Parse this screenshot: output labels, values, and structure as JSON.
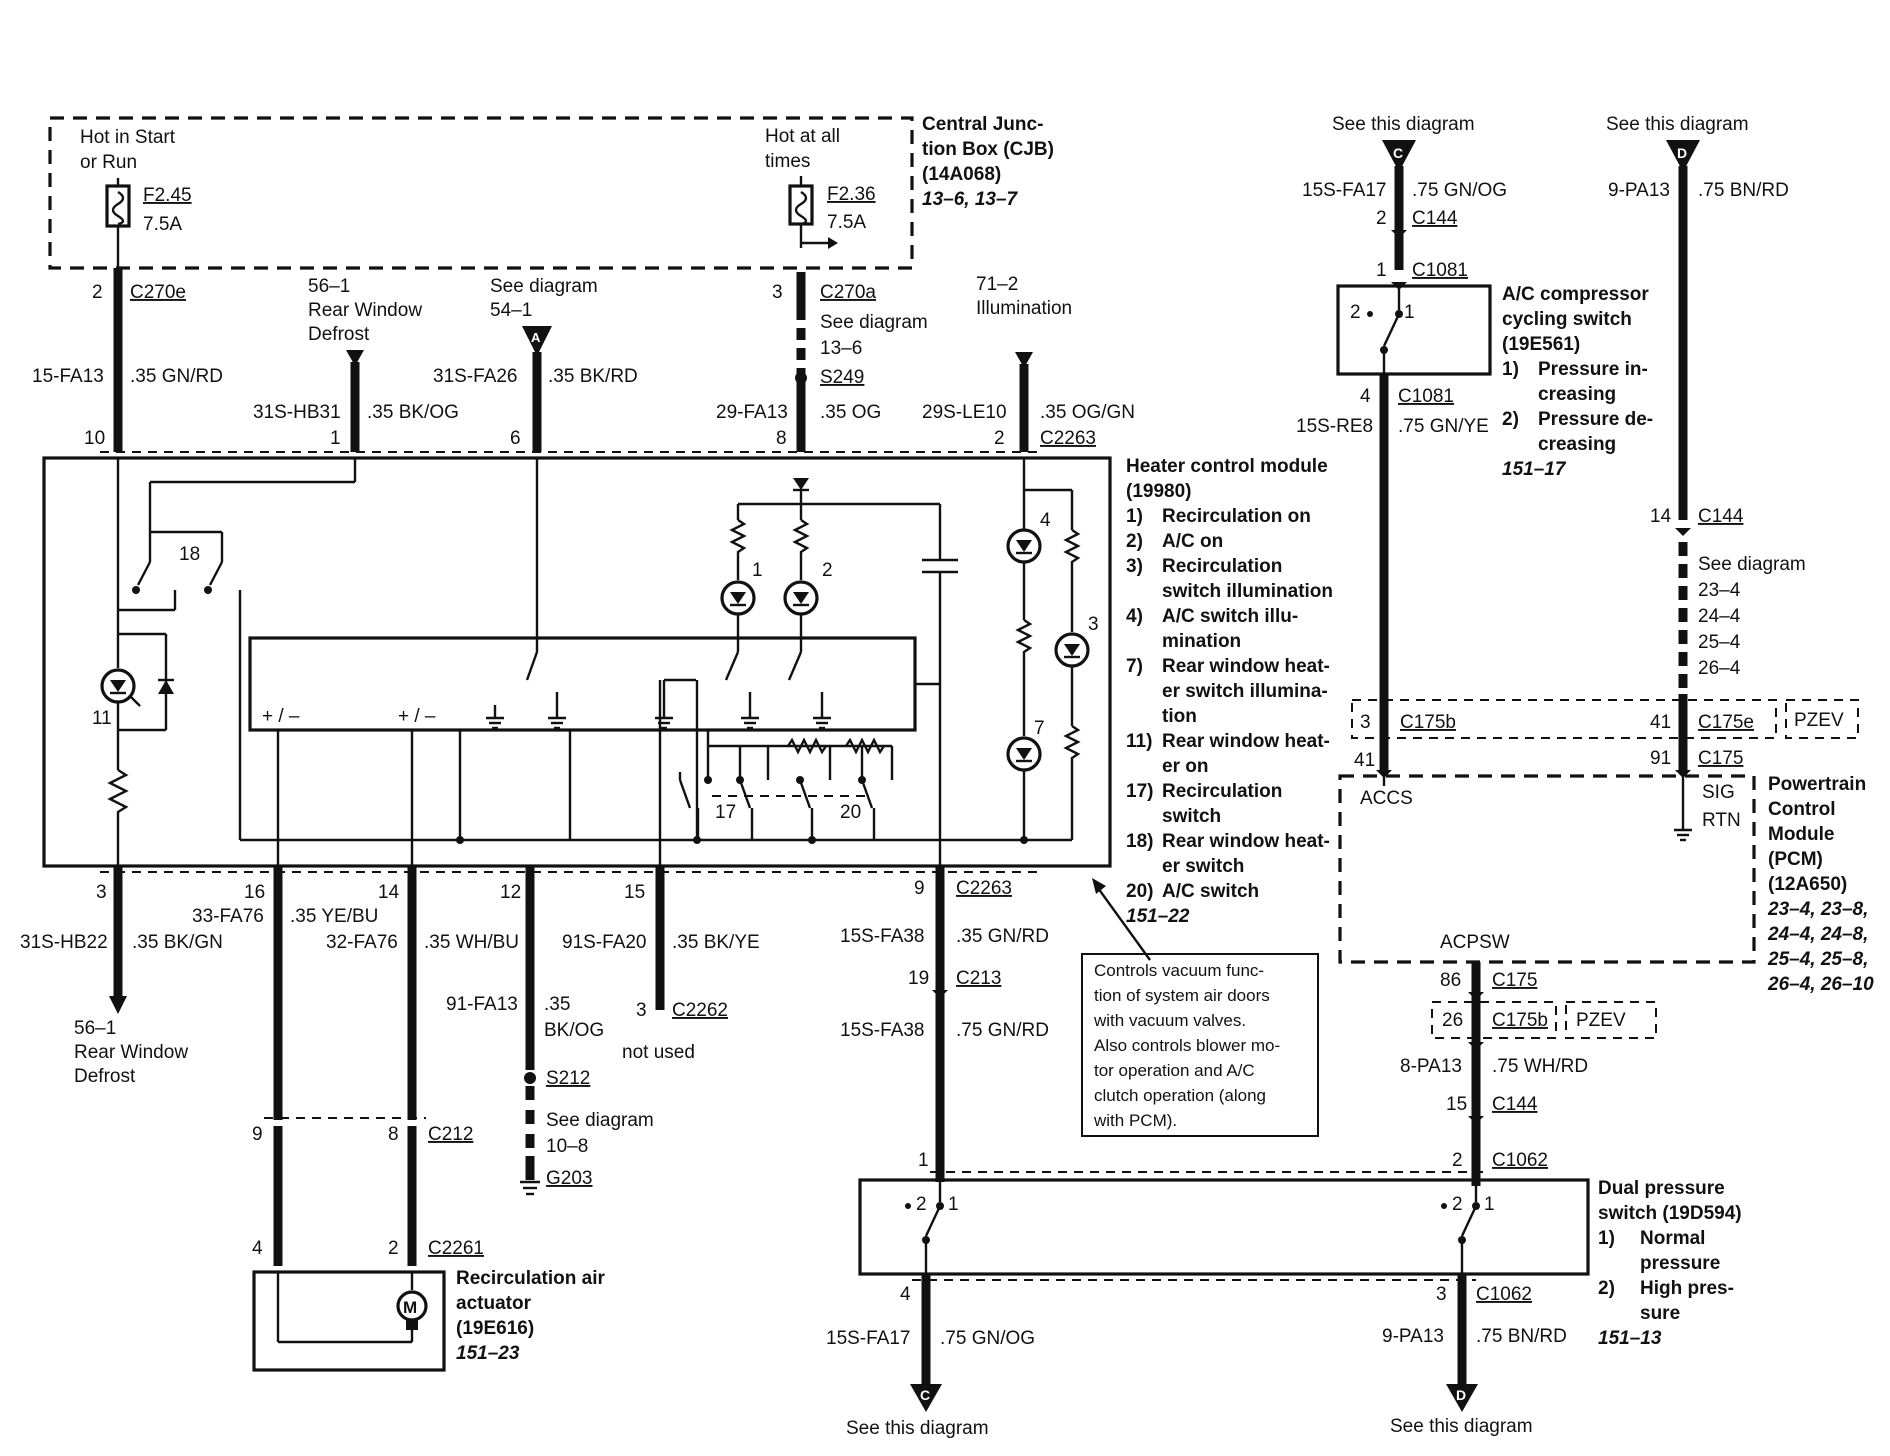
{
  "cjb": {
    "hot_start_1": "Hot in Start",
    "hot_start_2": "or Run",
    "hot_all_1": "Hot at all",
    "hot_all_2": "times",
    "fuse1_id": "F2.45",
    "fuse1_amp": "7.5A",
    "fuse2_id": "F2.36",
    "fuse2_amp": "7.5A",
    "title_1": "Central Junc-",
    "title_2": "tion Box (CJB)",
    "title_3": "(14A068)",
    "ref": "13–6, 13–7"
  },
  "top_wires": {
    "pin2": "2",
    "c270e": "C270e",
    "w1_circuit": "15-FA13",
    "w1_color": ".35 GN/RD",
    "pin10": "10",
    "rwd_ref": "56–1",
    "rwd_1": "Rear Window",
    "rwd_2": "Defrost",
    "w2_circuit": "31S-HB31",
    "w2_color": ".35 BK/OG",
    "pin1": "1",
    "see_diagram": "See diagram",
    "see_ref_a": "54–1",
    "conn_a": "A",
    "w3_circuit": "31S-FA26",
    "w3_color": ".35 BK/RD",
    "pin6": "6",
    "pin3": "3",
    "c270a": "C270a",
    "see_diagram_2": "See diagram",
    "see_ref_2": "13–6",
    "s249": "S249",
    "w4_circuit": "29-FA13",
    "w4_color": ".35 OG",
    "pin8": "8",
    "illum_ref": "71–2",
    "illum": "Illumination",
    "w5_circuit": "29S-LE10",
    "w5_color": ".35 OG/GN",
    "pin2b": "2",
    "c2263": "C2263"
  },
  "hcm": {
    "title_1": "Heater control module",
    "title_2": "(19980)",
    "items": [
      {
        "n": "1)",
        "t1": "Recirculation on",
        "t2": ""
      },
      {
        "n": "2)",
        "t1": "A/C on",
        "t2": ""
      },
      {
        "n": "3)",
        "t1": "Recirculation",
        "t2": "switch illumination"
      },
      {
        "n": "4)",
        "t1": "A/C switch illu-",
        "t2": "mination"
      },
      {
        "n": "7)",
        "t1": "Rear window heat-",
        "t2": "er switch illumina-",
        "t3": "tion"
      },
      {
        "n": "11)",
        "t1": "Rear window heat-",
        "t2": "er on"
      },
      {
        "n": "17)",
        "t1": "Recirculation",
        "t2": "switch"
      },
      {
        "n": "18)",
        "t1": "Rear window heat-",
        "t2": "er switch"
      },
      {
        "n": "20)",
        "t1": "A/C switch",
        "t2": ""
      }
    ],
    "ref": "151–22",
    "labels": {
      "l18": "18",
      "l1": "1",
      "l2": "2",
      "l4": "4",
      "l3": "3",
      "l11": "11",
      "l7": "7",
      "l17": "17",
      "l20": "20",
      "pm1": "+ / –",
      "pm2": "+ / –"
    }
  },
  "bottom_wires": {
    "pin3": "3",
    "b1_circuit": "31S-HB22",
    "b1_color": ".35 BK/GN",
    "rwd_ref": "56–1",
    "rwd_1": "Rear Window",
    "rwd_2": "Defrost",
    "pin16": "16",
    "b2_circuit": "33-FA76",
    "b2_color": ".35 YE/BU",
    "pin14": "14",
    "b3_circuit": "32-FA76",
    "b3_color": ".35 WH/BU",
    "pin12": "12",
    "b4_circuit": "91-FA13",
    "b4_color_1": ".35",
    "b4_color_2": "BK/OG",
    "s212": "S212",
    "see_diagram": "See diagram",
    "see_ref": "10–8",
    "g203": "G203",
    "pin15": "15",
    "b5_circuit": "91S-FA20",
    "b5_color": ".35 BK/YE",
    "pin3b": "3",
    "c2262": "C2262",
    "not_used": "not used",
    "pin9": "9",
    "c2263": "C2263",
    "b6_circuit": "15S-FA38",
    "b6_color": ".35 GN/RD",
    "pin19": "19",
    "c213": "C213",
    "b7_circuit": "15S-FA38",
    "b7_color": ".75 GN/RD",
    "pin9b": "9",
    "pin8": "8",
    "c212": "C212",
    "pin4": "4",
    "pin2": "2",
    "c2261": "C2261"
  },
  "actuator": {
    "m": "M",
    "title_1": "Recirculation air",
    "title_2": "actuator",
    "title_3": "(19E616)",
    "ref": "151–23"
  },
  "note": {
    "lines": [
      "Controls vacuum func-",
      "tion of system air doors",
      "with vacuum valves.",
      "Also controls blower mo-",
      "tor operation and A/C",
      "clutch operation (along",
      "with PCM)."
    ]
  },
  "right_c": {
    "see_this": "See this diagram",
    "conn_c": "C",
    "circuit": "15S-FA17",
    "color": ".75 GN/OG",
    "pin2": "2",
    "c144": "C144",
    "pin1": "1",
    "c1081": "C1081",
    "sw_2": "2",
    "sw_1": "1",
    "pin4": "4",
    "c1081b": "C1081",
    "circuit2": "15S-RE8",
    "color2": ".75 GN/YE"
  },
  "acsw": {
    "title_1": "A/C compressor",
    "title_2": "cycling switch",
    "title_3": "(19E561)",
    "i1_n": "1)",
    "i1_1": "Pressure in-",
    "i1_2": "creasing",
    "i2_n": "2)",
    "i2_1": "Pressure de-",
    "i2_2": "creasing",
    "ref": "151–17"
  },
  "right_d": {
    "see_this": "See this diagram",
    "conn_d": "D",
    "circuit": "9-PA13",
    "color": ".75 BN/RD",
    "pin14": "14",
    "c144": "C144",
    "see_diagram": "See diagram",
    "refs": [
      "23–4",
      "24–4",
      "25–4",
      "26–4"
    ]
  },
  "pzev_row": {
    "pin3": "3",
    "c175b": "C175b",
    "pin41": "41",
    "c175e": "C175e",
    "pzev": "PZEV",
    "pin41b": "41",
    "pin91": "91",
    "c175": "C175"
  },
  "pcm": {
    "accs": "ACCS",
    "sig": "SIG",
    "rtn": "RTN",
    "acpsw": "ACPSW",
    "title_1": "Powertrain",
    "title_2": "Control",
    "title_3": "Module",
    "title_4": "(PCM)",
    "title_5": "(12A650)",
    "refs": [
      "23–4, 23–8,",
      "24–4, 24–8,",
      "25–4, 25–8,",
      "26–4, 26–10"
    ]
  },
  "pcm_out": {
    "pin86": "86",
    "c175": "C175",
    "pin26": "26",
    "c175b": "C175b",
    "pzev": "PZEV",
    "circuit": "8-PA13",
    "color": ".75 WH/RD",
    "pin15": "15",
    "c144": "C144",
    "pin2": "2",
    "c1062": "C1062"
  },
  "dps": {
    "pin1": "1",
    "sw_l_2": "2",
    "sw_l_1": "1",
    "sw_r_2": "2",
    "sw_r_1": "1",
    "title_1": "Dual pressure",
    "title_2": "switch (19D594)",
    "i1_n": "1)",
    "i1_1": "Normal",
    "i1_2": "pressure",
    "i2_n": "2)",
    "i2_1": "High pres-",
    "i2_2": "sure",
    "ref": "151–13",
    "pin4": "4",
    "circuit_l": "15S-FA17",
    "color_l": ".75 GN/OG",
    "conn_c": "C",
    "see_this_l": "See this diagram",
    "pin3": "3",
    "c1062": "C1062",
    "circuit_r": "9-PA13",
    "color_r": ".75 BN/RD",
    "conn_d": "D",
    "see_this_r": "See this diagram"
  }
}
